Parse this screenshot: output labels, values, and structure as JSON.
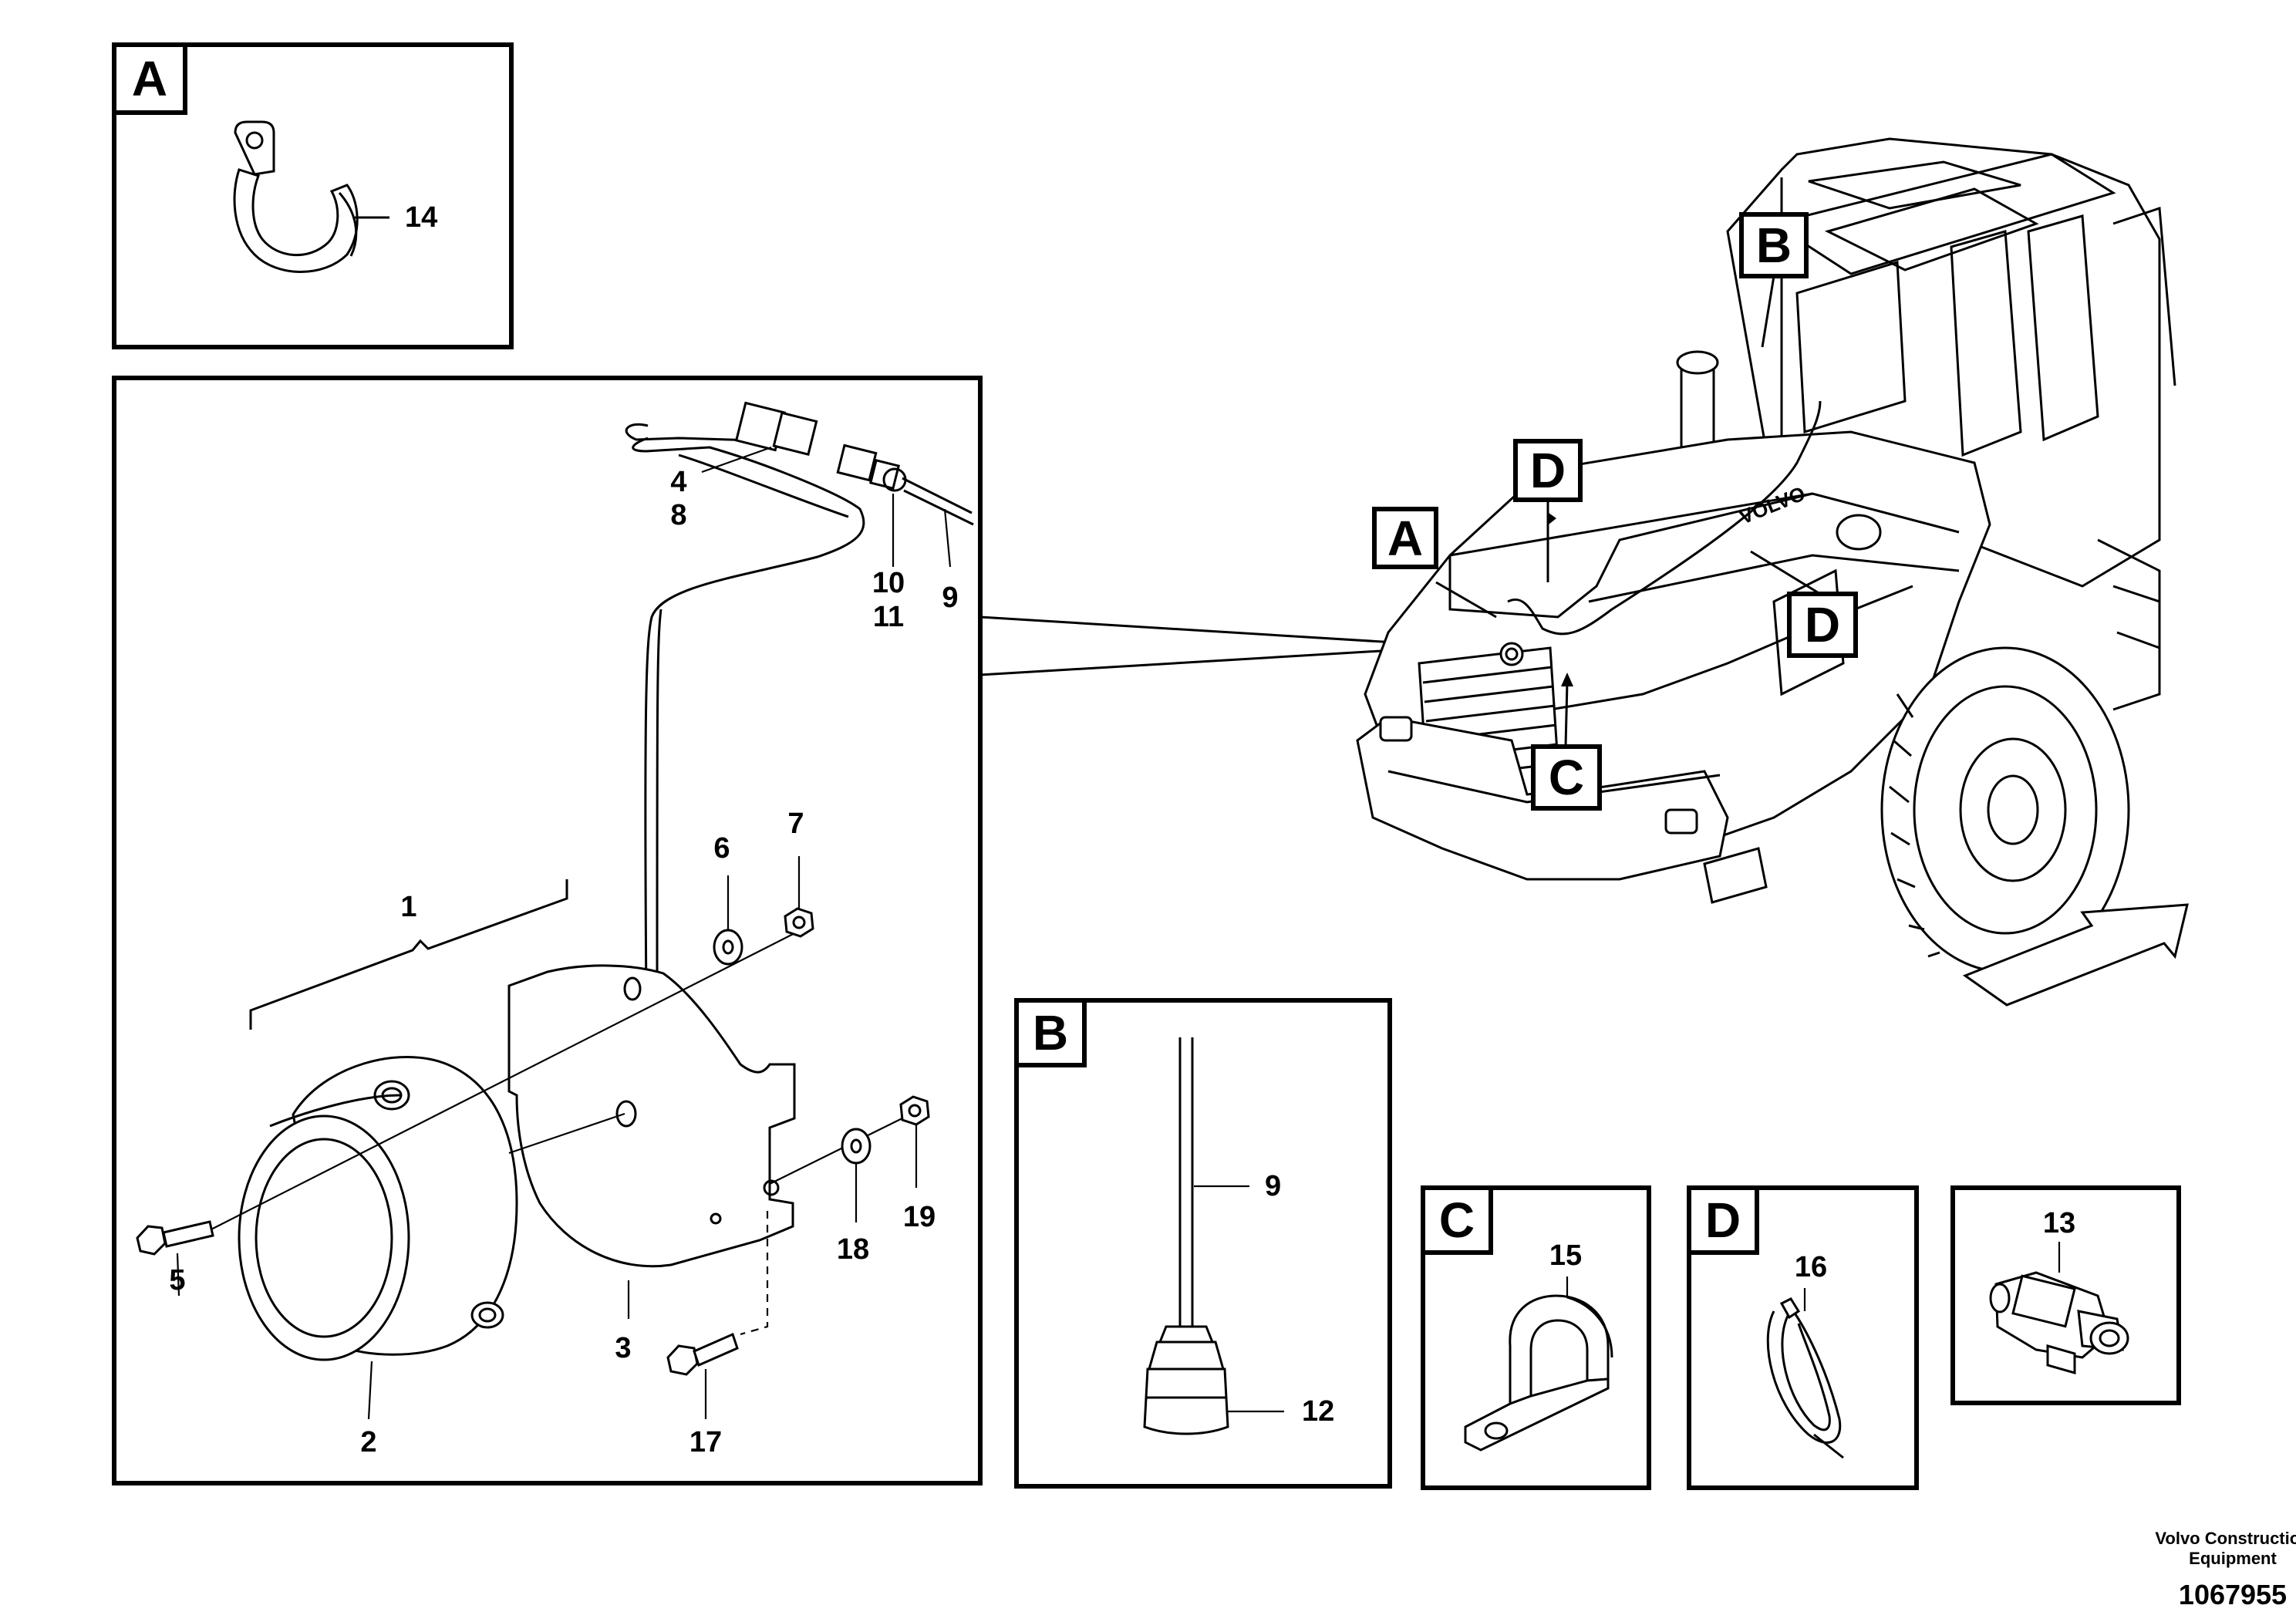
{
  "insets": {
    "a": {
      "tag": "A",
      "items": [
        "14"
      ]
    },
    "b": {
      "tag": "B",
      "items": [
        "9",
        "12"
      ]
    },
    "c": {
      "tag": "C",
      "items": [
        "15"
      ]
    },
    "d": {
      "tag": "D",
      "items": [
        "16"
      ]
    },
    "e": {
      "items": [
        "13"
      ]
    }
  },
  "main": {
    "callouts": [
      "1",
      "2",
      "3",
      "4",
      "8",
      "5",
      "6",
      "7",
      "9",
      "10",
      "11",
      "17",
      "18",
      "19"
    ]
  },
  "machine": {
    "tags": [
      "A",
      "B",
      "C",
      "D",
      "D"
    ],
    "brand": "VOLVO"
  },
  "footer": {
    "company_line1": "Volvo Construction",
    "company_line2": "Equipment",
    "drawing_number": "1067955"
  }
}
